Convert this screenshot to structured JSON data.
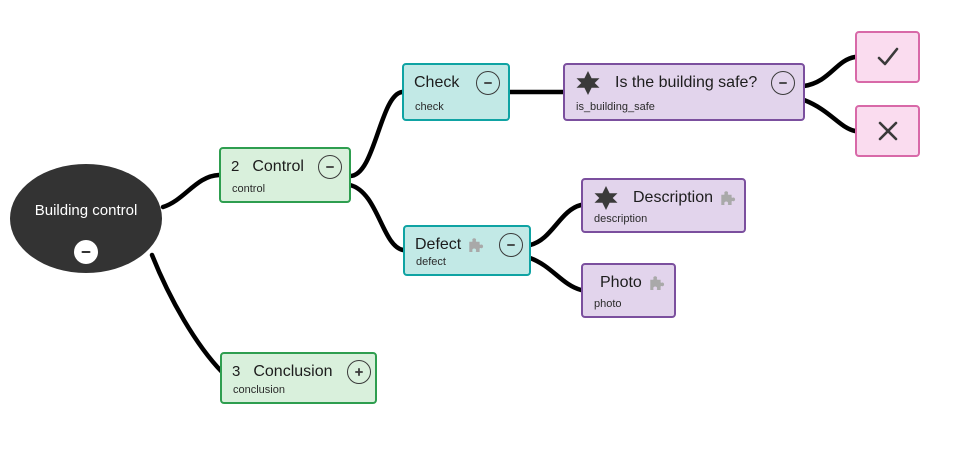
{
  "root": {
    "label": "Building control",
    "toggle": "minus",
    "color": "#333333"
  },
  "nodes": [
    {
      "key": "control",
      "index": "2",
      "title": "Control",
      "subtitle": "control",
      "toggle": "minus",
      "color": "green",
      "has_star": false,
      "has_puzzle": false
    },
    {
      "key": "check",
      "index": "",
      "title": "Check",
      "subtitle": "check",
      "toggle": "minus",
      "color": "teal",
      "has_star": false,
      "has_puzzle": false
    },
    {
      "key": "is_building_safe",
      "index": "",
      "title": "Is the building safe?",
      "subtitle": "is_building_safe",
      "toggle": "minus",
      "color": "purple",
      "has_star": true,
      "has_puzzle": false
    },
    {
      "key": "defect",
      "index": "",
      "title": "Defect",
      "subtitle": "defect",
      "toggle": "minus",
      "color": "teal",
      "has_star": false,
      "has_puzzle": true
    },
    {
      "key": "description",
      "index": "",
      "title": "Description",
      "subtitle": "description",
      "toggle": "",
      "color": "purple",
      "has_star": true,
      "has_puzzle": true
    },
    {
      "key": "photo",
      "index": "",
      "title": "Photo",
      "subtitle": "photo",
      "toggle": "",
      "color": "purple",
      "has_star": false,
      "has_puzzle": true
    },
    {
      "key": "conclusion",
      "index": "3",
      "title": "Conclusion",
      "subtitle": "conclusion",
      "toggle": "plus",
      "color": "green",
      "has_star": false,
      "has_puzzle": false
    }
  ],
  "answers": [
    {
      "key": "yes",
      "icon": "check-mark-icon",
      "color": "pink"
    },
    {
      "key": "no",
      "icon": "cross-mark-icon",
      "color": "pink"
    }
  ],
  "colors": {
    "green_fill": "#d9f0dc",
    "green_border": "#2e9e4f",
    "teal_fill": "#c2e9e6",
    "teal_border": "#0fa3a3",
    "purple_fill": "#e2d4ec",
    "purple_border": "#7b4f9e",
    "pink_fill": "#fadcef",
    "pink_border": "#d869a8",
    "root_fill": "#333333",
    "edge": "#000000",
    "background": "#ffffff"
  },
  "edges": [
    {
      "from": "root",
      "to": "control"
    },
    {
      "from": "root",
      "to": "conclusion"
    },
    {
      "from": "control",
      "to": "check"
    },
    {
      "from": "control",
      "to": "defect"
    },
    {
      "from": "check",
      "to": "is_building_safe"
    },
    {
      "from": "is_building_safe",
      "to": "yes"
    },
    {
      "from": "is_building_safe",
      "to": "no"
    },
    {
      "from": "defect",
      "to": "description"
    },
    {
      "from": "defect",
      "to": "photo"
    }
  ]
}
